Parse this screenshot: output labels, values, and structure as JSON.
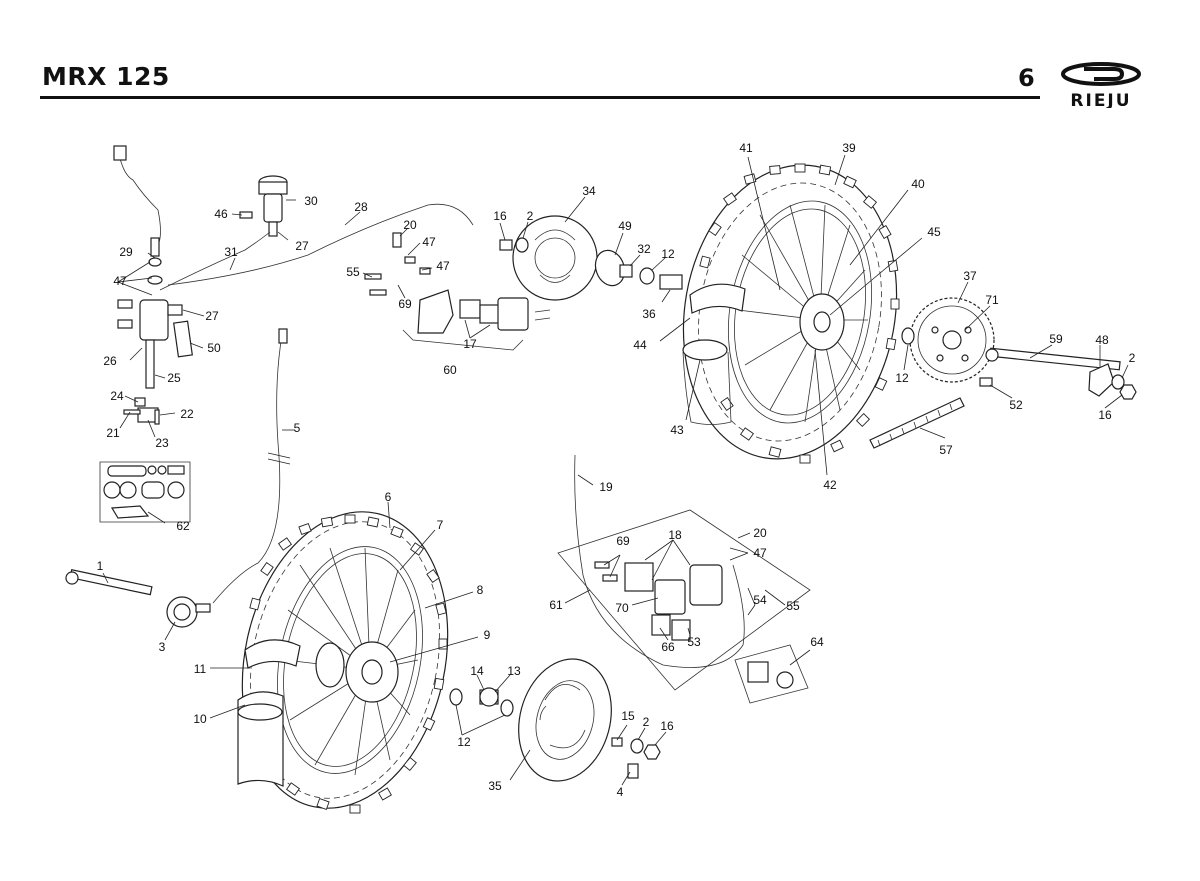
{
  "header": {
    "title": "MRX 125",
    "page_number": "6",
    "logo_text": "RIEJU"
  },
  "callouts": [
    {
      "id": "c1",
      "label": "1"
    },
    {
      "id": "c2a",
      "label": "2"
    },
    {
      "id": "c2b",
      "label": "2"
    },
    {
      "id": "c2c",
      "label": "2"
    },
    {
      "id": "c3",
      "label": "3"
    },
    {
      "id": "c4",
      "label": "4"
    },
    {
      "id": "c5",
      "label": "5"
    },
    {
      "id": "c6",
      "label": "6"
    },
    {
      "id": "c7",
      "label": "7"
    },
    {
      "id": "c8",
      "label": "8"
    },
    {
      "id": "c9",
      "label": "9"
    },
    {
      "id": "c10",
      "label": "10"
    },
    {
      "id": "c11",
      "label": "11"
    },
    {
      "id": "c12a",
      "label": "12"
    },
    {
      "id": "c12b",
      "label": "12"
    },
    {
      "id": "c12c",
      "label": "12"
    },
    {
      "id": "c13",
      "label": "13"
    },
    {
      "id": "c14",
      "label": "14"
    },
    {
      "id": "c15",
      "label": "15"
    },
    {
      "id": "c16a",
      "label": "16"
    },
    {
      "id": "c16b",
      "label": "16"
    },
    {
      "id": "c16c",
      "label": "16"
    },
    {
      "id": "c17",
      "label": "17"
    },
    {
      "id": "c18",
      "label": "18"
    },
    {
      "id": "c19",
      "label": "19"
    },
    {
      "id": "c20a",
      "label": "20"
    },
    {
      "id": "c20b",
      "label": "20"
    },
    {
      "id": "c21",
      "label": "21"
    },
    {
      "id": "c22",
      "label": "22"
    },
    {
      "id": "c23",
      "label": "23"
    },
    {
      "id": "c24",
      "label": "24"
    },
    {
      "id": "c25",
      "label": "25"
    },
    {
      "id": "c26",
      "label": "26"
    },
    {
      "id": "c27a",
      "label": "27"
    },
    {
      "id": "c27b",
      "label": "27"
    },
    {
      "id": "c28",
      "label": "28"
    },
    {
      "id": "c29",
      "label": "29"
    },
    {
      "id": "c30",
      "label": "30"
    },
    {
      "id": "c31",
      "label": "31"
    },
    {
      "id": "c32",
      "label": "32"
    },
    {
      "id": "c34",
      "label": "34"
    },
    {
      "id": "c35",
      "label": "35"
    },
    {
      "id": "c36",
      "label": "36"
    },
    {
      "id": "c37",
      "label": "37"
    },
    {
      "id": "c39",
      "label": "39"
    },
    {
      "id": "c40",
      "label": "40"
    },
    {
      "id": "c41",
      "label": "41"
    },
    {
      "id": "c42",
      "label": "42"
    },
    {
      "id": "c43",
      "label": "43"
    },
    {
      "id": "c44",
      "label": "44"
    },
    {
      "id": "c45",
      "label": "45"
    },
    {
      "id": "c46",
      "label": "46"
    },
    {
      "id": "c47a",
      "label": "47"
    },
    {
      "id": "c47b",
      "label": "47"
    },
    {
      "id": "c47c",
      "label": "47"
    },
    {
      "id": "c47d",
      "label": "47"
    },
    {
      "id": "c48",
      "label": "48"
    },
    {
      "id": "c49",
      "label": "49"
    },
    {
      "id": "c50",
      "label": "50"
    },
    {
      "id": "c52",
      "label": "52"
    },
    {
      "id": "c53",
      "label": "53"
    },
    {
      "id": "c54",
      "label": "54"
    },
    {
      "id": "c55a",
      "label": "55"
    },
    {
      "id": "c55b",
      "label": "55"
    },
    {
      "id": "c57",
      "label": "57"
    },
    {
      "id": "c59",
      "label": "59"
    },
    {
      "id": "c60",
      "label": "60"
    },
    {
      "id": "c61",
      "label": "61"
    },
    {
      "id": "c62",
      "label": "62"
    },
    {
      "id": "c64",
      "label": "64"
    },
    {
      "id": "c66",
      "label": "66"
    },
    {
      "id": "c69a",
      "label": "69"
    },
    {
      "id": "c69b",
      "label": "69"
    },
    {
      "id": "c70",
      "label": "70"
    },
    {
      "id": "c71",
      "label": "71"
    }
  ]
}
